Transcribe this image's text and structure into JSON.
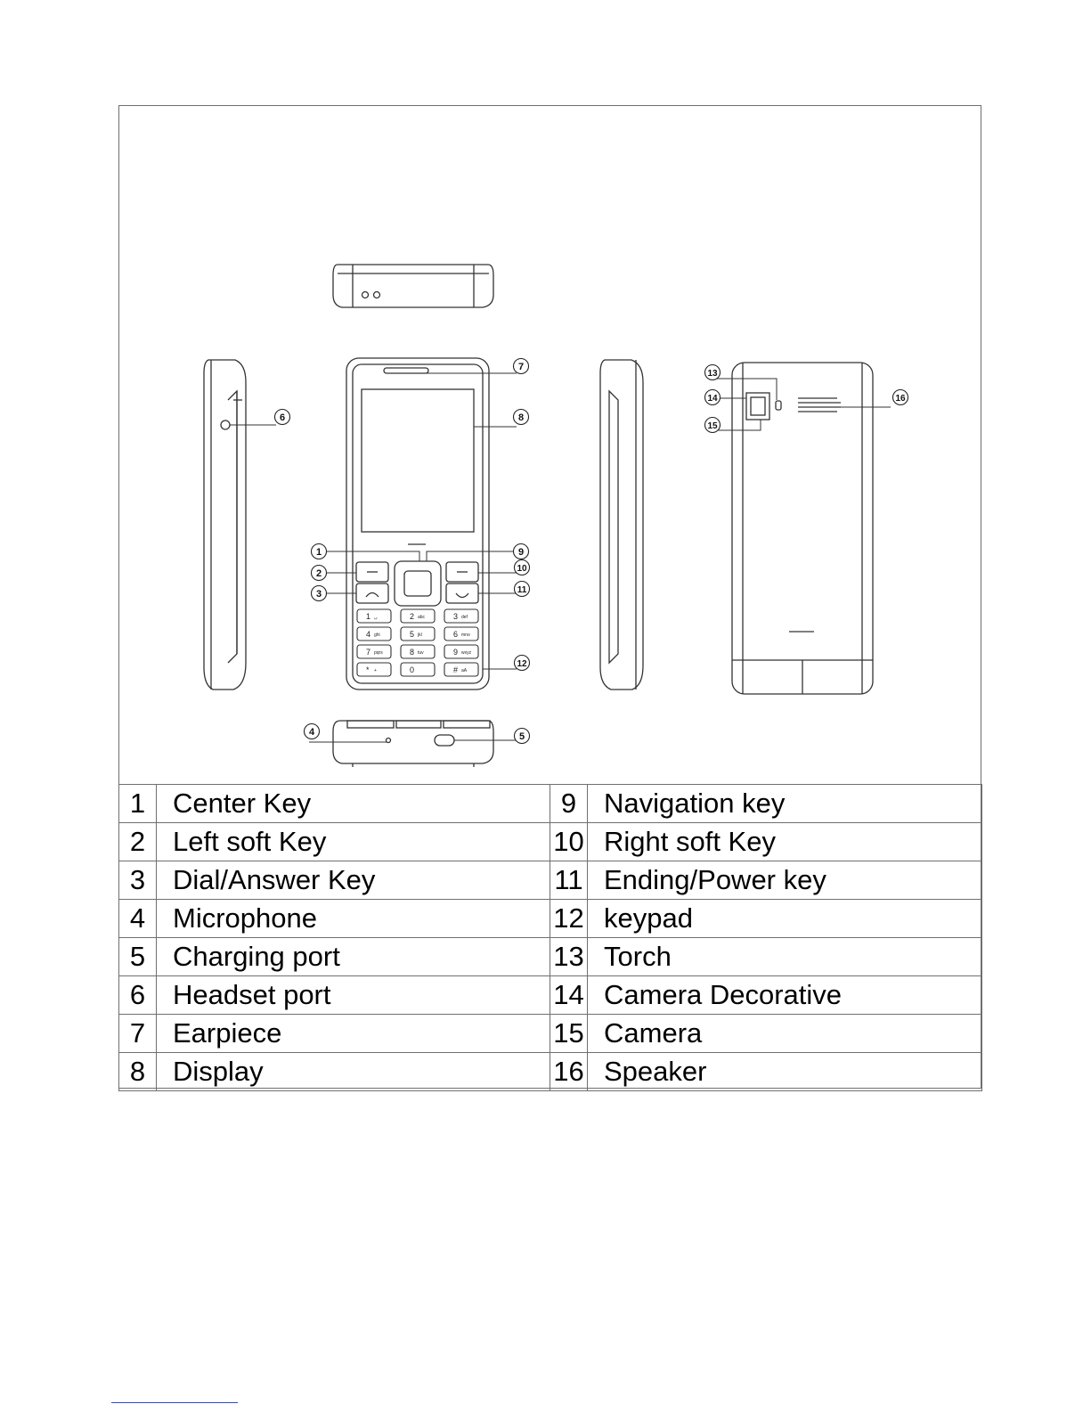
{
  "callouts": [
    "1",
    "2",
    "3",
    "4",
    "5",
    "6",
    "7",
    "8",
    "9",
    "10",
    "11",
    "12",
    "13",
    "14",
    "15",
    "16"
  ],
  "keypad": [
    {
      "digit": "1",
      "letters": "␣."
    },
    {
      "digit": "2",
      "letters": "abc"
    },
    {
      "digit": "3",
      "letters": "def"
    },
    {
      "digit": "4",
      "letters": "ghi"
    },
    {
      "digit": "5",
      "letters": "jkl"
    },
    {
      "digit": "6",
      "letters": "mno"
    },
    {
      "digit": "7",
      "letters": "pqrs"
    },
    {
      "digit": "8",
      "letters": "tuv"
    },
    {
      "digit": "9",
      "letters": "wxyz"
    },
    {
      "digit": "*",
      "letters": "+"
    },
    {
      "digit": "0",
      "letters": ""
    },
    {
      "digit": "#",
      "letters": "aA"
    }
  ],
  "table": {
    "rows": [
      {
        "left": {
          "num": "1",
          "label": "Center Key"
        },
        "right": {
          "num": "9",
          "label": "Navigation key"
        }
      },
      {
        "left": {
          "num": "2",
          "label": "Left soft Key"
        },
        "right": {
          "num": "10",
          "label": "Right soft Key"
        }
      },
      {
        "left": {
          "num": "3",
          "label": "Dial/Answer Key"
        },
        "right": {
          "num": "11",
          "label": "Ending/Power key"
        }
      },
      {
        "left": {
          "num": "4",
          "label": "Microphone"
        },
        "right": {
          "num": "12",
          "label": "keypad"
        }
      },
      {
        "left": {
          "num": "5",
          "label": "Charging port"
        },
        "right": {
          "num": "13",
          "label": "Torch"
        }
      },
      {
        "left": {
          "num": "6",
          "label": "Headset port"
        },
        "right": {
          "num": "14",
          "label": "Camera Decorative"
        }
      },
      {
        "left": {
          "num": "7",
          "label": "Earpiece"
        },
        "right": {
          "num": "15",
          "label": "Camera"
        }
      },
      {
        "left": {
          "num": "8",
          "label": "Display"
        },
        "right": {
          "num": "16",
          "label": "Speaker"
        }
      }
    ]
  }
}
